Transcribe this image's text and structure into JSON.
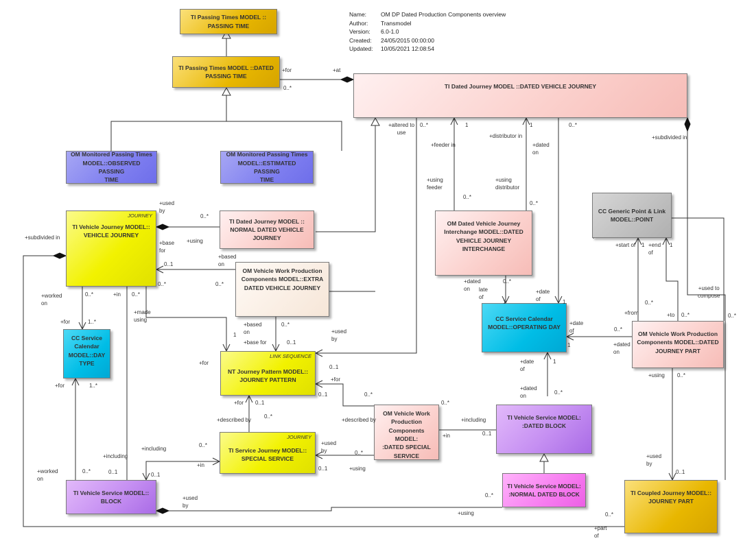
{
  "meta": {
    "name_key": "Name:",
    "name": "OM DP Dated Production Components overview",
    "author_key": "Author:",
    "author": "Transmodel",
    "version_key": "Version:",
    "version": "6.0-1.0",
    "created_key": "Created:",
    "created": "24/05/2015 00:00:00",
    "updated_key": "Updated:",
    "updated": "10/05/2021 12:08:54"
  },
  "classes": {
    "passing_time": "TI Passing Times MODEL ::\nPASSING TIME",
    "dated_passing_time": "TI Passing Times MODEL ::DATED\nPASSING TIME",
    "observed_passing_time": "OM Monitored Passing Times\nMODEL::OBSERVED PASSING\nTIME",
    "estimated_passing_time": "OM Monitored Passing Times\nMODEL::ESTIMATED PASSING\nTIME",
    "dated_vehicle_journey": "TI Dated Journey MODEL ::DATED VEHICLE JOURNEY",
    "vehicle_journey": "TI Vehicle Journey MODEL::\nVEHICLE JOURNEY",
    "vehicle_journey_stereo": "JOURNEY",
    "normal_dated_vehicle_journey": "TI Dated Journey MODEL ::\nNORMAL DATED VEHICLE\nJOURNEY",
    "extra_dated_vehicle_journey": "OM Vehicle Work Production\nComponents MODEL::EXTRA\nDATED VEHICLE JOURNEY",
    "dated_vehicle_journey_interchange": "OM Dated Vehicle Journey\nInterchange MODEL::DATED\nVEHICLE JOURNEY\nINTERCHANGE",
    "point": "CC Generic Point & Link\nMODEL::POINT",
    "day_type": "CC Service\nCalendar\nMODEL::DAY\nTYPE",
    "journey_pattern": "NT Journey Pattern MODEL::\nJOURNEY PATTERN",
    "journey_pattern_stereo": "LINK SEQUENCE",
    "operating_day": "CC Service Calendar\nMODEL::OPERATING DAY",
    "dated_journey_part": "OM Vehicle Work Production\nComponents MODEL::DATED\nJOURNEY PART",
    "special_service": "TI Service Journey MODEL::\nSPECIAL SERVICE",
    "special_service_stereo": "JOURNEY",
    "dated_special_service": "OM Vehicle Work\nProduction\nComponents MODEL:\n:DATED SPECIAL\nSERVICE",
    "dated_block": "TI Vehicle Service MODEL:\n:DATED BLOCK",
    "block": "TI Vehicle Service MODEL::\nBLOCK",
    "normal_dated_block": "TI Vehicle Service MODEL:\n:NORMAL DATED BLOCK",
    "journey_part": "TI Coupled Journey MODEL::\nJOURNEY PART"
  },
  "labels": {
    "for_1": "+for",
    "zero_many_1": "0..*",
    "at_1": "+at",
    "altered_to_use": "+altered to\nuse",
    "zero_many_2": "0..*",
    "one_1": "1",
    "feeder_in": "+feeder in",
    "one_2": "1",
    "distributor_in": "+distributor in",
    "dated_on_1": "+dated\non",
    "zero_many_3": "0..*",
    "subdivided_in_1": "+subdivided in",
    "using_feeder": "+using\nfeeder",
    "zero_many_4": "0..*",
    "using_distributor": "+using\ndistributor",
    "zero_many_5": "0..*",
    "used_by_1": "+used\nby",
    "zero_many_6": "0..*",
    "base_for_1": "+base\nfor",
    "using_1": "+using",
    "based_on_1": "+based\non",
    "zero_one_1": "0..1",
    "zero_many_7": "0..*",
    "zero_many_8": "0..*",
    "subdivided_in_2": "+subdivided in",
    "worked_on_1": "+worked\non",
    "zero_many_9": "0..*",
    "in_1": "+in",
    "zero_many_10": "0..*",
    "made_using": "+made\nusing",
    "for_2": "+for",
    "one_many_1": "1..*",
    "based_on_2": "+based\non",
    "base_for_2": "+base for",
    "zero_many_11": "0..*",
    "zero_one_2": "0..1",
    "one_3": "1",
    "used_by_2": "+used\nby",
    "zero_one_3": "0..1",
    "for_3": "+for",
    "dated_on_2": "+dated\non",
    "late_of": "late\nof",
    "zero_many_12": "0..*",
    "one_4": "1",
    "date_of_1": "+date\nof",
    "one_5": "1",
    "date_of_2": "+date\nof",
    "one_6": "1",
    "dated_on_3": "+dated\non",
    "zero_many_13": "0..*",
    "start_of": "+start of",
    "one_7": "1",
    "end_of": "+end\nof",
    "one_8": "1",
    "from": "+from",
    "zero_many_14": "0..*",
    "to": "+to",
    "zero_many_15": "0..*",
    "used_to_compose": "+used to\ncompose",
    "zero_many_16": "0..*",
    "using_2": "+using",
    "zero_many_17": "0..*",
    "date_of_3": "+date\nof",
    "one_9": "1",
    "dated_on_4": "+dated\non",
    "zero_many_18": "0..*",
    "for_4": "+for",
    "zero_many_19": "0..*",
    "zero_one_4": "0..1",
    "for_5": "+for",
    "zero_one_5": "0..1",
    "described_by_1": "+described by",
    "zero_many_20": "0..*",
    "described_by_2": "+described by",
    "zero_many_21": "0..*",
    "including_1": "+including",
    "in_2": "+in",
    "zero_one_6": "0..1",
    "used_by_3": "+used\nby",
    "zero_many_22": "0..*",
    "using_3": "+using",
    "zero_one_7": "0..1",
    "for_6": "+for",
    "one_many_2": "1..*",
    "including_2": "+including",
    "including_3": "+including",
    "zero_many_23": "0..*",
    "zero_one_8": "0..1",
    "in_3": "+in",
    "zero_one_9": "0..1",
    "worked_on_2": "+worked\non",
    "zero_many_24": "0..*",
    "used_by_4": "+used\nby",
    "zero_many_25": "0..*",
    "using_4": "+using",
    "used_by_5": "+used\nby",
    "zero_one_10": "0..1",
    "zero_many_26": "0..*",
    "part_of": "+part\nof"
  }
}
